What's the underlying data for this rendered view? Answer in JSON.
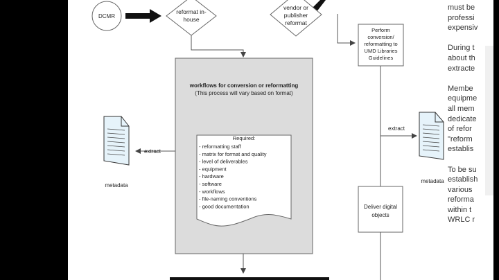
{
  "diagram": {
    "dcmr": "DCMR",
    "reformat_in_house": [
      "reformat in-",
      "house"
    ],
    "vendor": [
      "vendor or",
      "publisher",
      "reformat"
    ],
    "perform": [
      "Perform",
      "conversion/",
      "reformatting to",
      "UMD Libraries",
      "Guidelines"
    ],
    "workflows_title": "workflows for conversion or reformatting",
    "workflows_subtitle": "(This process will vary based on format)",
    "required_title": "Required:",
    "required_items": [
      "- reformatting staff",
      "- matrix for format and quality",
      "- level of deliverables",
      "- equipment",
      "- hardware",
      "- software",
      "- workflows",
      "- file-naming conventions",
      "- good documentation"
    ],
    "extract_left": "extract",
    "extract_right": "extract",
    "metadata_left": "metadata",
    "metadata_right": "metadata",
    "deliver": [
      "Deliver digital",
      "objects"
    ]
  },
  "side_text": {
    "lines": [
      "must be",
      "professi",
      "expensiv",
      "",
      "During t",
      "about th",
      "extracte",
      "",
      "Membe",
      "equipme",
      "all mem",
      "dedicate",
      "of refor",
      "\"reform",
      "establis",
      "",
      "To be su",
      "establish",
      "various",
      "reforma",
      "within t",
      "WRLC r"
    ]
  }
}
